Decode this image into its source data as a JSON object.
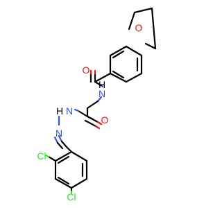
{
  "molecule": {
    "atoms": {
      "o_ether": "O",
      "o_amide1": "O",
      "n_amide": "N",
      "h_amide": "H",
      "o_amide2": "O",
      "n_hydrazide": "N",
      "h_hydrazide": "H",
      "n_imine": "N",
      "cl_ortho": "Cl",
      "cl_para": "Cl"
    },
    "colors": {
      "bond": "#000000",
      "oxygen": "#ff0d0d",
      "nitrogen": "#3050f8",
      "chlorine": "#1ff01f"
    }
  }
}
